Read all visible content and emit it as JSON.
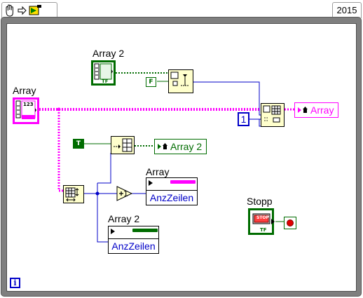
{
  "toolbar": {
    "hand_icon": "hand-icon",
    "arrow_icon": "arrow-icon",
    "run_icon": "run-icon"
  },
  "version_label": "2015",
  "terminals": {
    "array_label": "Array",
    "array2_label": "Array 2",
    "stopp_label": "Stopp"
  },
  "constants": {
    "false_text": "F",
    "true_text": "T",
    "one_text": "1"
  },
  "locals": {
    "array_local": "Array",
    "array2_local": "Array 2"
  },
  "property_nodes": {
    "array_owner": "Array",
    "array_property": "AnzZeilen",
    "array2_owner": "Array 2",
    "array2_property": "AnzZeilen"
  },
  "control_text": {
    "num_marker": "123",
    "tf_marker": "TF",
    "stop_text": "STOP"
  },
  "loop": {
    "iteration_label": "i"
  },
  "colors": {
    "string_wire": "#ff00ff",
    "boolean_wire": "#006c00",
    "numeric_wire": "#0000c8",
    "loop_border": "#7f7f7f",
    "stop_terminal": "#e00000"
  }
}
